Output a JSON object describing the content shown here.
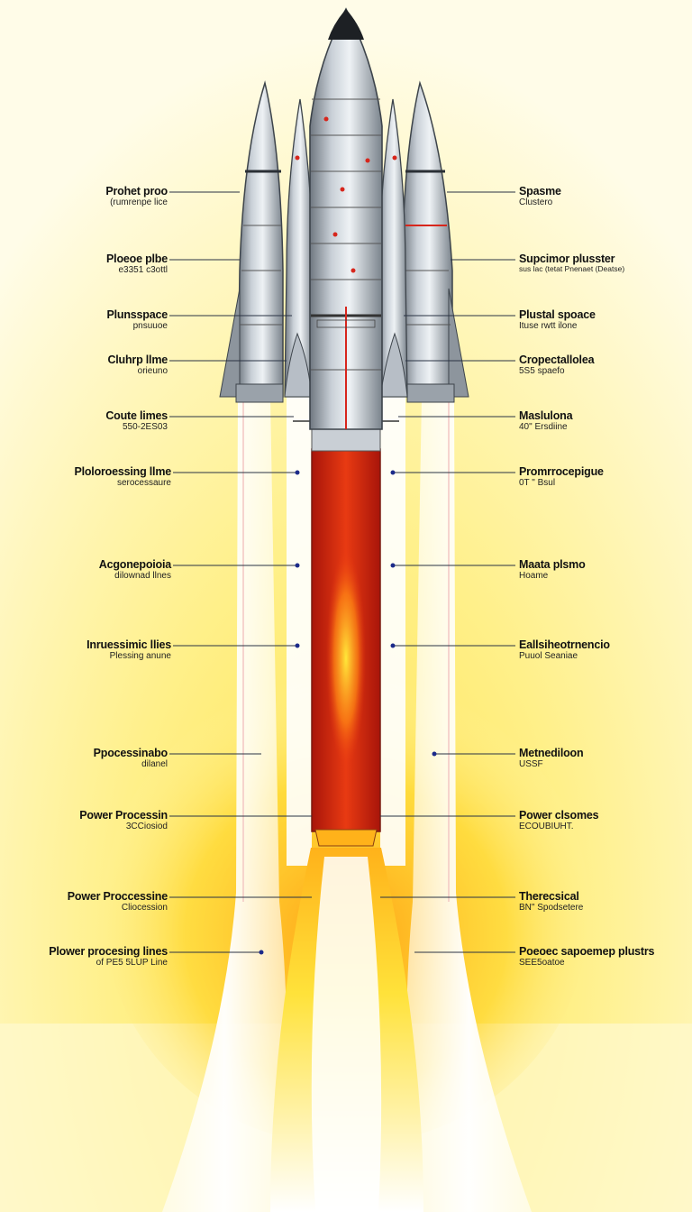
{
  "left_labels": [
    {
      "title": "Prohet proo",
      "sub": "(rumrenpe lice"
    },
    {
      "title": "Ploeoe plbe",
      "sub": "e3351 c3ottl"
    },
    {
      "title": "Plunsspace",
      "sub": "pnsuuoe"
    },
    {
      "title": "Cluhrp llme",
      "sub": "orieuno"
    },
    {
      "title": "Coute limes",
      "sub": "550-2ES03"
    },
    {
      "title": "Ploloroessing llme",
      "sub": "serocessaure"
    },
    {
      "title": "Acgonepoioia",
      "sub": "dilownad llnes"
    },
    {
      "title": "Inruessimic llies",
      "sub": "Plessing anune"
    },
    {
      "title": "Ppocessinabo",
      "sub": "dilanel"
    },
    {
      "title": "Power Processin",
      "sub": "3CCiosiod"
    },
    {
      "title": "Power Proccessine",
      "sub": "Cliocession"
    },
    {
      "title": "Plower procesing lines",
      "sub": "of PE5 5LUP Line"
    }
  ],
  "right_labels": [
    {
      "title": "Spasme",
      "sub": "Clustero"
    },
    {
      "title": "Supcimor plusster",
      "sub": "sus lac (tetat Pnenaet (Deatse)"
    },
    {
      "title": "Plustal spoace",
      "sub": "Ituse rwtt ilone"
    },
    {
      "title": "Cropectallolea",
      "sub": "5S5 spaefo"
    },
    {
      "title": "Maslulona",
      "sub": "40\" Ersdiine"
    },
    {
      "title": "Promrrocepigue",
      "sub": "0T \" Bsul"
    },
    {
      "title": "Maata plsmo",
      "sub": "Hoame"
    },
    {
      "title": "Eallsiheotrnencio",
      "sub": "Puuol Seaniae"
    },
    {
      "title": "Metnediloon",
      "sub": "USSF"
    },
    {
      "title": "Power clsomes",
      "sub": "ECOUBIUHT."
    },
    {
      "title": "Therecsical",
      "sub": "BN\" Spodsetere"
    },
    {
      "title": "Poeoec sapoemep plustrs",
      "sub": "SEE5oatoe"
    }
  ],
  "colors": {
    "background": "#fffbe0",
    "metal": "#a9b1ba",
    "core": "#d92a10",
    "flame": "#ffd21f",
    "accent_red": "#d7261c",
    "leader_dot": "#1b2a8a"
  }
}
